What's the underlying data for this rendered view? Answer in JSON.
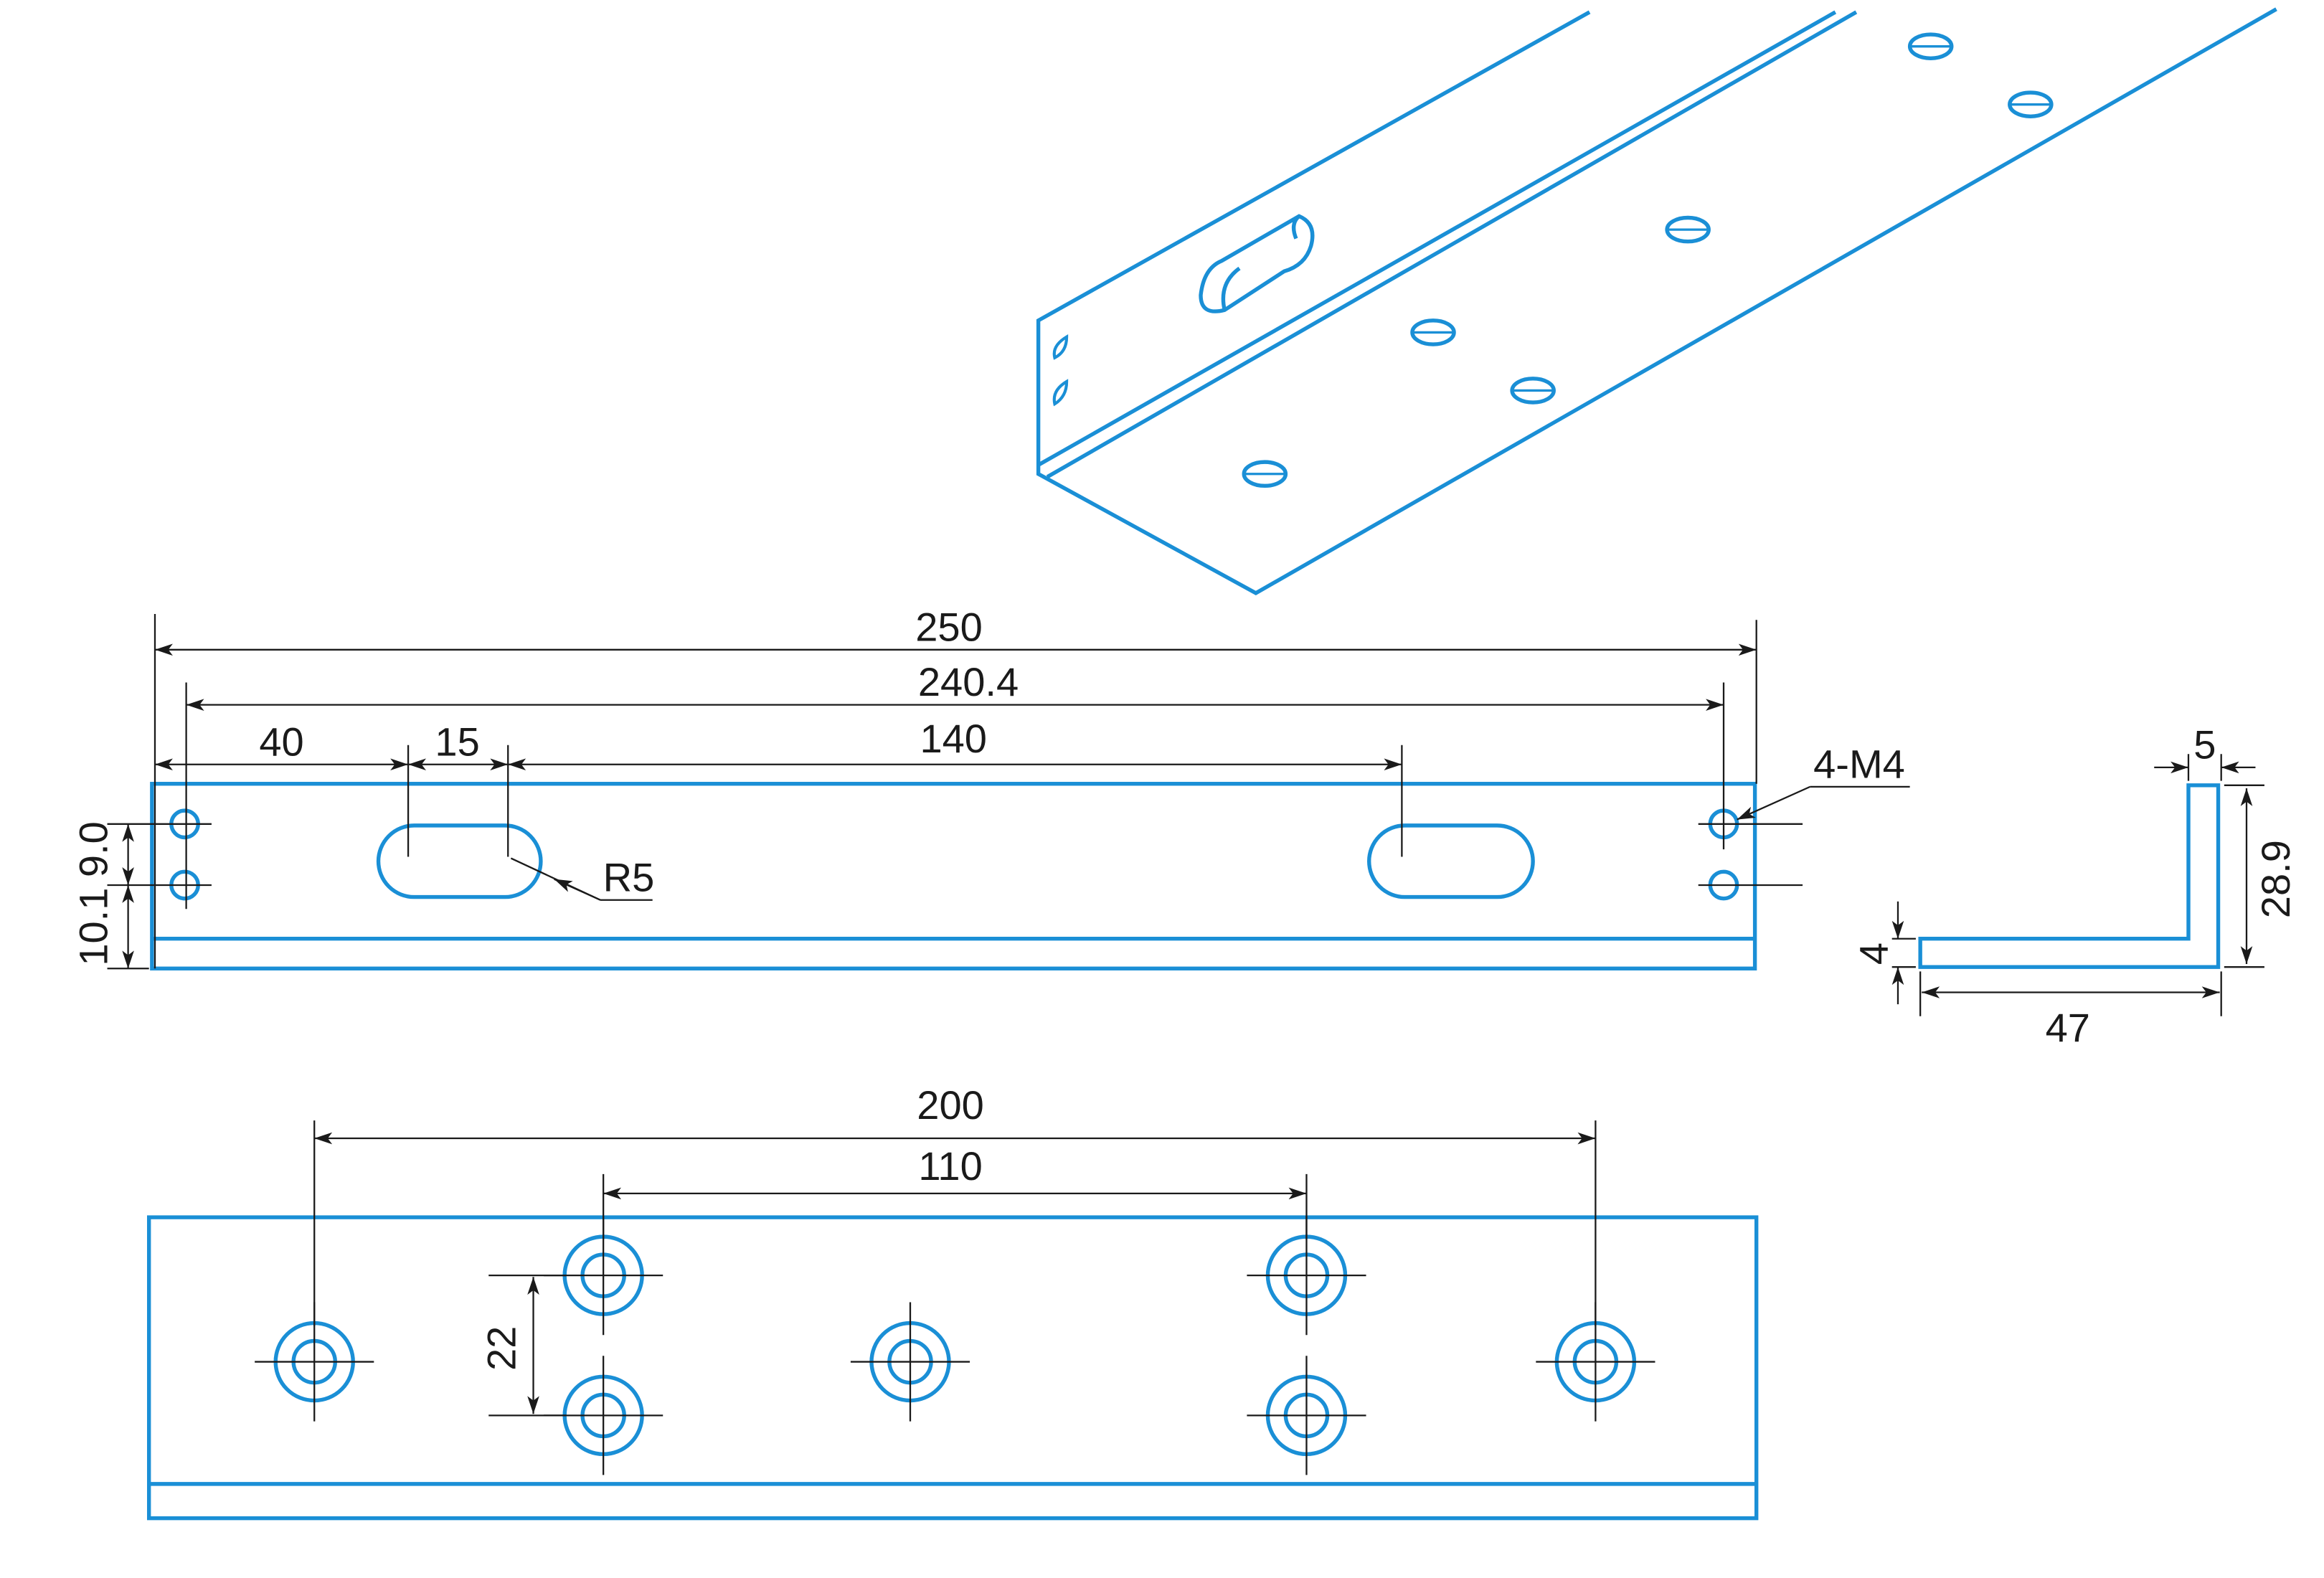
{
  "colors": {
    "part_outline": "#1a8fd6",
    "dimension_lines": "#1a1a1a",
    "background": "#ffffff"
  },
  "front_view": {
    "dim_overall": "250",
    "dim_hole_span": "240.4",
    "dim_to_slot": "40",
    "dim_slot_length": "15",
    "dim_slot_spacing": "140",
    "hole_callout": "4-M4",
    "slot_radius": "R5",
    "dim_lower": "10.1",
    "dim_hole_pitch": "9.0"
  },
  "section_view": {
    "dim_thickness_top": "5",
    "dim_height": "28.9",
    "dim_thickness_base": "4",
    "dim_width": "47"
  },
  "bottom_view": {
    "dim_outer_holes": "200",
    "dim_inner_holes": "110",
    "dim_vertical_pitch": "22"
  }
}
